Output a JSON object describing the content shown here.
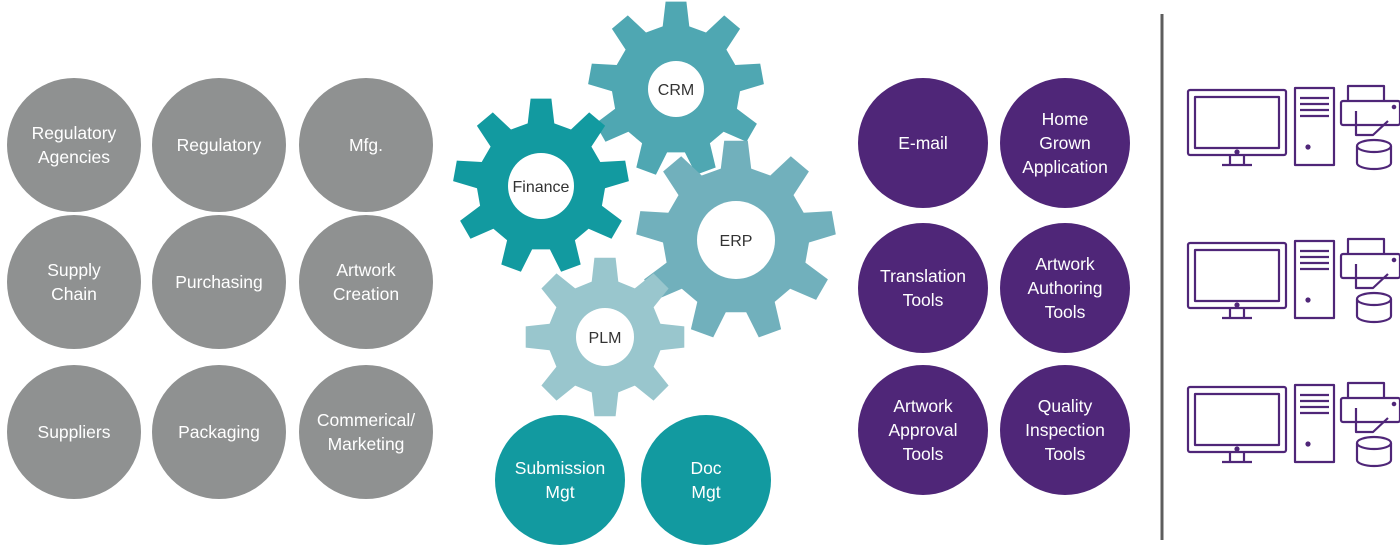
{
  "colors": {
    "grey": "#8f9191",
    "teal": "#129aa0",
    "teal_mid": "#4fa7b2",
    "teal_light": "#71b0bc",
    "teal_pale": "#99c6cd",
    "purple": "#4f2678",
    "divider": "#5d5d5d"
  },
  "departments": [
    {
      "lines": [
        "Regulatory",
        "Agencies"
      ]
    },
    {
      "lines": [
        "Regulatory"
      ]
    },
    {
      "lines": [
        "Mfg."
      ]
    },
    {
      "lines": [
        "Supply",
        "Chain"
      ]
    },
    {
      "lines": [
        "Purchasing"
      ]
    },
    {
      "lines": [
        "Artwork",
        "Creation"
      ]
    },
    {
      "lines": [
        "Suppliers"
      ]
    },
    {
      "lines": [
        "Packaging"
      ]
    },
    {
      "lines": [
        "Commerical/",
        "Marketing"
      ]
    }
  ],
  "gears": [
    {
      "label": "CRM",
      "color": "#4fa7b2"
    },
    {
      "label": "Finance",
      "color": "#129aa0"
    },
    {
      "label": "ERP",
      "color": "#71b0bc"
    },
    {
      "label": "PLM",
      "color": "#99c6cd"
    }
  ],
  "teal_circles": [
    {
      "lines": [
        "Submission",
        "Mgt"
      ]
    },
    {
      "lines": [
        "Doc",
        "Mgt"
      ]
    }
  ],
  "tools": [
    {
      "lines": [
        "E-mail"
      ]
    },
    {
      "lines": [
        "Home",
        "Grown",
        "Application"
      ]
    },
    {
      "lines": [
        "Translation",
        "Tools"
      ]
    },
    {
      "lines": [
        "Artwork",
        "Authoring",
        "Tools"
      ]
    },
    {
      "lines": [
        "Artwork",
        "Approval",
        "Tools"
      ]
    },
    {
      "lines": [
        "Quality",
        "Inspection",
        "Tools"
      ]
    }
  ],
  "workstations": [
    {
      "icon": "computer-workstation-icon"
    },
    {
      "icon": "computer-workstation-icon"
    },
    {
      "icon": "computer-workstation-icon"
    }
  ]
}
